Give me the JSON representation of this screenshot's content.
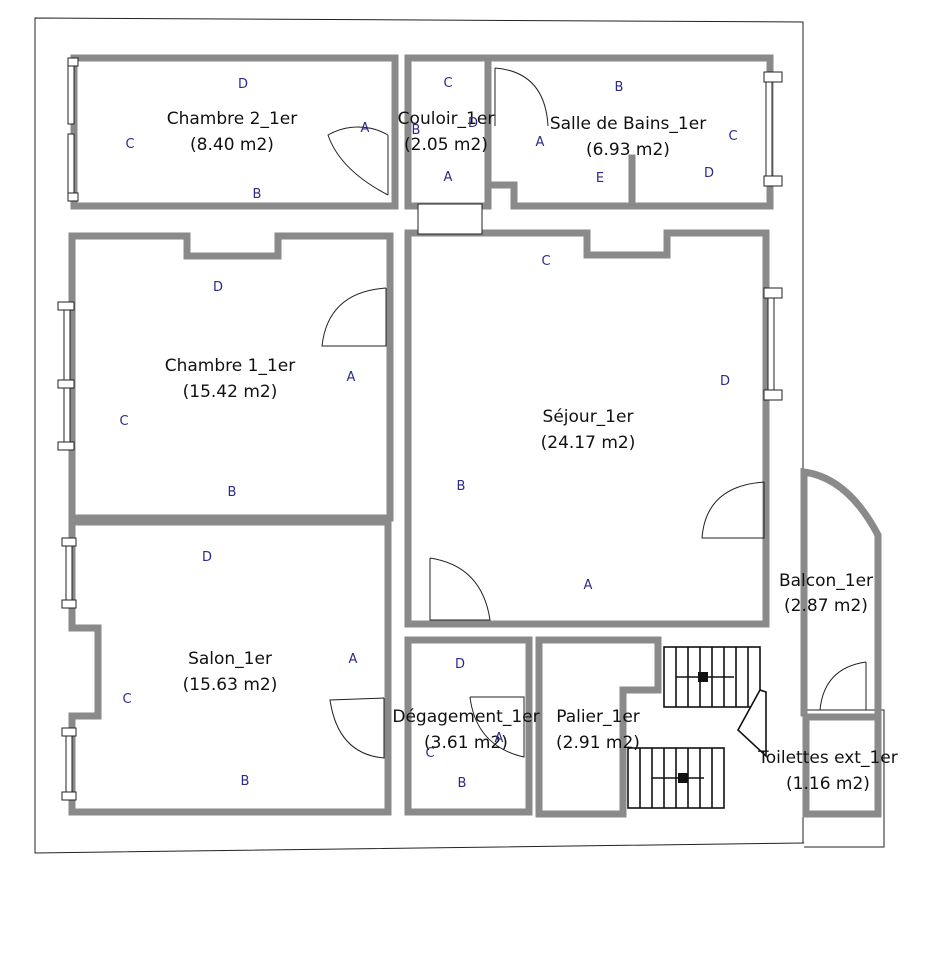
{
  "rooms": [
    {
      "id": "chambre2",
      "name": "Chambre 2_1er",
      "area": "(8.40 m2)"
    },
    {
      "id": "couloir",
      "name": "Couloir_1er",
      "area": "(2.05 m2)"
    },
    {
      "id": "sdb",
      "name": "Salle de Bains_1er",
      "area": "(6.93 m2)"
    },
    {
      "id": "chambre1",
      "name": "Chambre 1_1er",
      "area": "(15.42 m2)"
    },
    {
      "id": "sejour",
      "name": "Séjour_1er",
      "area": "(24.17 m2)"
    },
    {
      "id": "balcon",
      "name": "Balcon_1er",
      "area": "(2.87 m2)"
    },
    {
      "id": "salon",
      "name": "Salon_1er",
      "area": "(15.63 m2)"
    },
    {
      "id": "degagement",
      "name": "Dégagement_1er",
      "area": "(3.61 m2)"
    },
    {
      "id": "palier",
      "name": "Palier_1er",
      "area": "(2.91 m2)"
    },
    {
      "id": "toilettes",
      "name": "Toilettes ext_1er",
      "area": "(1.16 m2)"
    }
  ],
  "wall_labels": [
    "A",
    "B",
    "C",
    "D",
    "E"
  ]
}
